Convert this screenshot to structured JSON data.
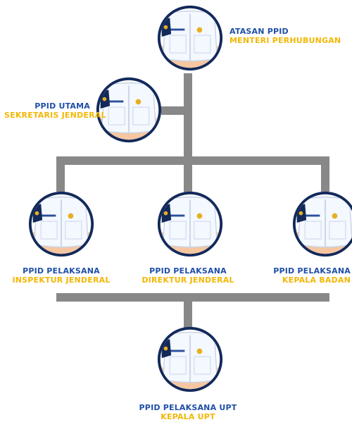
{
  "colors": {
    "line": "#888888",
    "role_text": "#1f4fa8",
    "title_text": "#f2b705",
    "avatar_ring": "#12295a",
    "uniform": "#f4f8ff",
    "badge": "#e6b020",
    "skin": "#f5c6a0"
  },
  "nodes": {
    "atasan": {
      "role": "ATASAN PPID",
      "title": "MENTERI PERHUBUNGAN"
    },
    "utama": {
      "role": "PPID UTAMA",
      "title": "SEKRETARIS JENDERAL"
    },
    "pelaksana_1": {
      "role": "PPID PELAKSANA",
      "title": "INSPEKTUR JENDERAL"
    },
    "pelaksana_2": {
      "role": "PPID PELAKSANA",
      "title": "DIREKTUR JENDERAL"
    },
    "pelaksana_3": {
      "role": "PPID PELAKSANA",
      "title": "KEPALA BADAN"
    },
    "upt": {
      "role": "PPID PELAKSANA UPT",
      "title": "KEPALA UPT"
    }
  },
  "avatar_icon": "officer-uniform-icon"
}
